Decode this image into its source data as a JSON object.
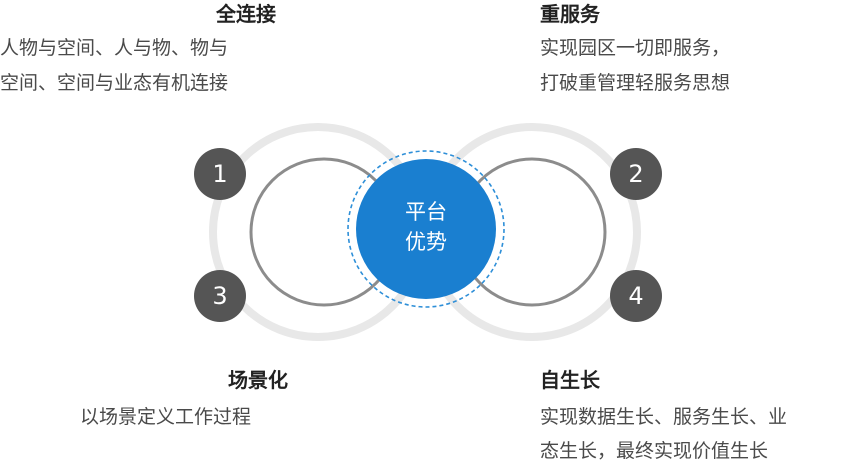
{
  "center": {
    "line1": "平台",
    "line2": "优势"
  },
  "items": [
    {
      "number": "1",
      "title": "全连接",
      "desc_lines": [
        "人物与空间、人与物、物与",
        "空间、空间与业态有机连接"
      ]
    },
    {
      "number": "2",
      "title": "重服务",
      "desc_lines": [
        "实现园区一切即服务，",
        "打破重管理轻服务思想"
      ]
    },
    {
      "number": "3",
      "title": "场景化",
      "desc_lines": [
        "以场景定义工作过程"
      ]
    },
    {
      "number": "4",
      "title": "自生长",
      "desc_lines": [
        "实现数据生长、服务生长、业",
        "态生长，最终实现价值生长"
      ]
    }
  ],
  "colors": {
    "outer_ring": "#e8e8e8",
    "inner_ring": "#8c8c8c",
    "center_fill": "#1a7fd0",
    "center_dash": "#2e8fd8",
    "number_badge": "#555555"
  }
}
